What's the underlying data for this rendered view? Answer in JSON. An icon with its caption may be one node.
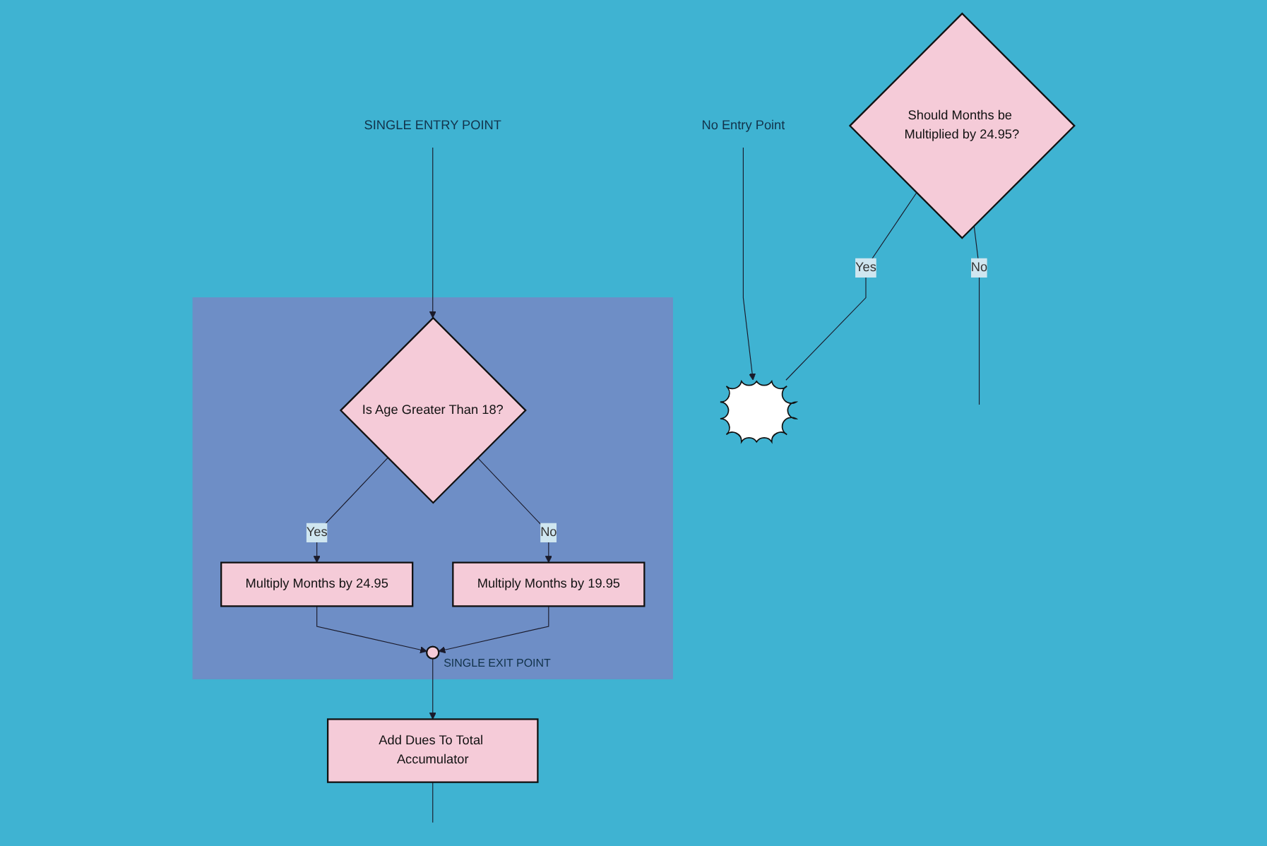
{
  "diagram": {
    "nodes": [
      {
        "text": [
          "SINGLE ENTRY POINT"
        ]
      },
      {
        "text": [],
        "shape": "box"
      },
      {
        "text": [
          "Is Age Greater Than 18?"
        ],
        "in": 1
      },
      {
        "text": [
          "Should Months be Multiplied by 24.95?"
        ]
      },
      {
        "text": [],
        "shape": "burst"
      },
      {
        "text": [
          "Multiply Months by 19.95"
        ],
        "in": 1
      },
      {
        "text": [
          "Multiply Months by 24.95"
        ],
        "in": 1
      },
      {
        "text": [
          "No Entry Point"
        ]
      },
      {
        "text": [],
        "shape": "circle",
        "in": 1,
        "beside": [
          "SINGLE EXIT POINT"
        ]
      },
      {
        "text": [
          "Add Dues To Total Accumulator"
        ]
      }
    ],
    "edges": [
      {
        "from": 0,
        "to": 2,
        "arrow": "to"
      },
      {
        "from": 2,
        "to": 5,
        "label": "No",
        "arrow": "to"
      },
      {
        "from": 2,
        "to": 6,
        "label": "Yes",
        "arrow": "to"
      },
      {
        "from": 3,
        "to": 4,
        "label": "Yes",
        "arrow": "none"
      },
      {
        "from": 3,
        "to": null,
        "label": "No",
        "arrow": "none"
      },
      {
        "from": 7,
        "to": 4,
        "arrow": "to"
      },
      {
        "from": 5,
        "to": 8,
        "arrow": "to"
      },
      {
        "from": 6,
        "to": 8,
        "arrow": "to"
      },
      {
        "from": 8,
        "to": 9,
        "arrow": "to"
      },
      {
        "from": 9,
        "to": null,
        "arrow": "none"
      }
    ]
  }
}
